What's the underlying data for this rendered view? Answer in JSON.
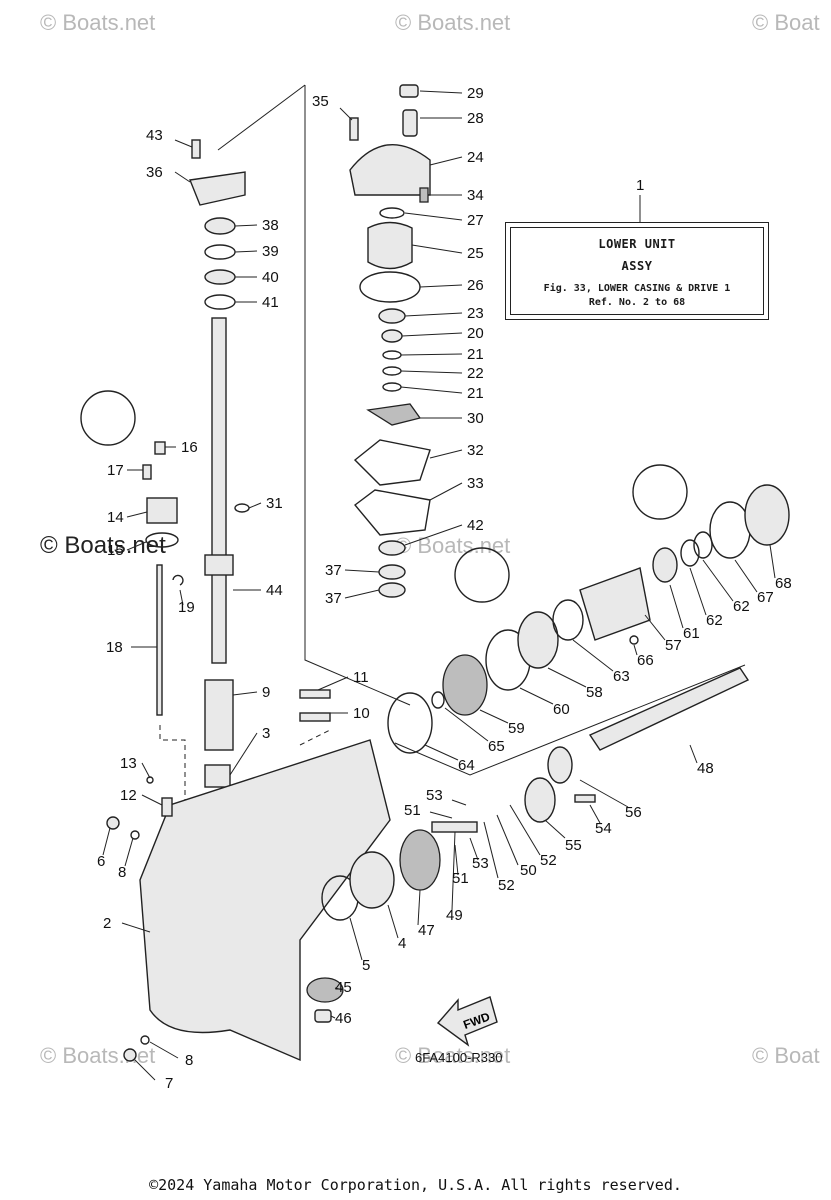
{
  "watermarks": [
    "© Boats.net",
    "© Boats.net",
    "© Boat",
    "© Boats.net",
    "© Boats.net",
    "© Boats.net",
    "© Boats.net",
    "© Boat"
  ],
  "info_box": {
    "callout": "1",
    "line1": "LOWER UNIT",
    "line2": "ASSY",
    "line3": "Fig. 33, LOWER CASING & DRIVE 1",
    "line4": "Ref. No. 2 to 68"
  },
  "fwd_label": "FWD",
  "diagram_code": "6FA4100-R330",
  "copyright": "©2024 Yamaha Motor Corporation, U.S.A. All rights reserved.",
  "callouts": [
    "29",
    "28",
    "24",
    "34",
    "27",
    "25",
    "26",
    "23",
    "20",
    "21",
    "22",
    "21",
    "30",
    "32",
    "33",
    "42",
    "37",
    "37",
    "35",
    "43",
    "36",
    "38",
    "39",
    "40",
    "41",
    "16",
    "17",
    "14",
    "15",
    "31",
    "19",
    "18",
    "44",
    "11",
    "10",
    "9",
    "3",
    "13",
    "12",
    "6",
    "8",
    "2",
    "8",
    "7",
    "5",
    "4",
    "45",
    "46",
    "47",
    "49",
    "51",
    "53",
    "51",
    "53",
    "52",
    "50",
    "52",
    "55",
    "54",
    "56",
    "48",
    "64",
    "65",
    "59",
    "60",
    "58",
    "63",
    "66",
    "57",
    "61",
    "62",
    "62",
    "67",
    "68"
  ]
}
